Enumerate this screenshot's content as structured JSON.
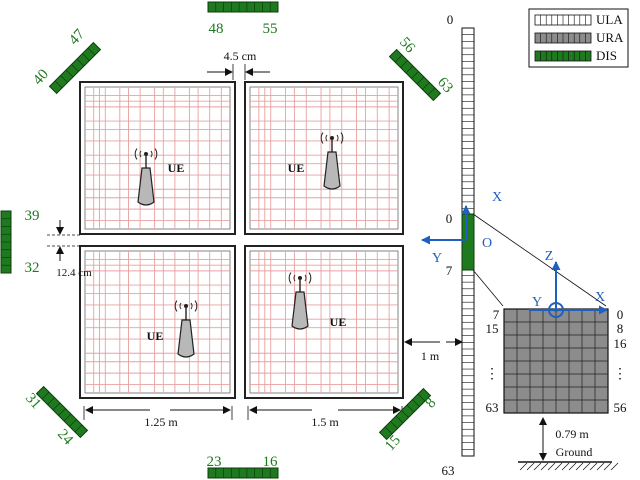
{
  "legend": {
    "items": [
      {
        "label": "ULA",
        "swatch": "white-array"
      },
      {
        "label": "URA",
        "swatch": "gray-array"
      },
      {
        "label": "DIS",
        "swatch": "green-array"
      }
    ]
  },
  "dis_labels": {
    "top_left": "48",
    "top_right": "55",
    "upper_left_a": "40",
    "upper_left_b": "47",
    "upper_right_a": "56",
    "upper_right_b": "63",
    "left_top": "39",
    "left_bottom": "32",
    "lower_left_a": "31",
    "lower_left_b": "24",
    "lower_right_a": "8",
    "lower_right_b": "15",
    "bottom_left": "23",
    "bottom_right": "16"
  },
  "rooms": {
    "ue_label": "UE",
    "gap_horizontal": "4.5 cm",
    "gap_vertical": "12.4 cm",
    "width_left": "1.25 m",
    "width_right": "1.5 m",
    "distance_to_array": "1 m"
  },
  "ula": {
    "top_index": "0",
    "bottom_index": "63",
    "origin_index": "0",
    "seventh_index": "7"
  },
  "ura": {
    "left_rows": [
      "7",
      "15",
      "⋮",
      "63"
    ],
    "right_rows": [
      "0",
      "8",
      "16",
      "⋮",
      "56"
    ],
    "height": "0.79 m",
    "ground": "Ground"
  },
  "axes": {
    "ula": {
      "x": "X",
      "y": "Y",
      "o": "O"
    },
    "ura": {
      "x": "X",
      "y": "Y",
      "z": "Z"
    }
  },
  "colors": {
    "dis_green": "#1f7a1f",
    "grid_red": "#e7a0a0",
    "axis_blue": "#1f5fbf",
    "ura_gray": "#8c8c8c"
  }
}
